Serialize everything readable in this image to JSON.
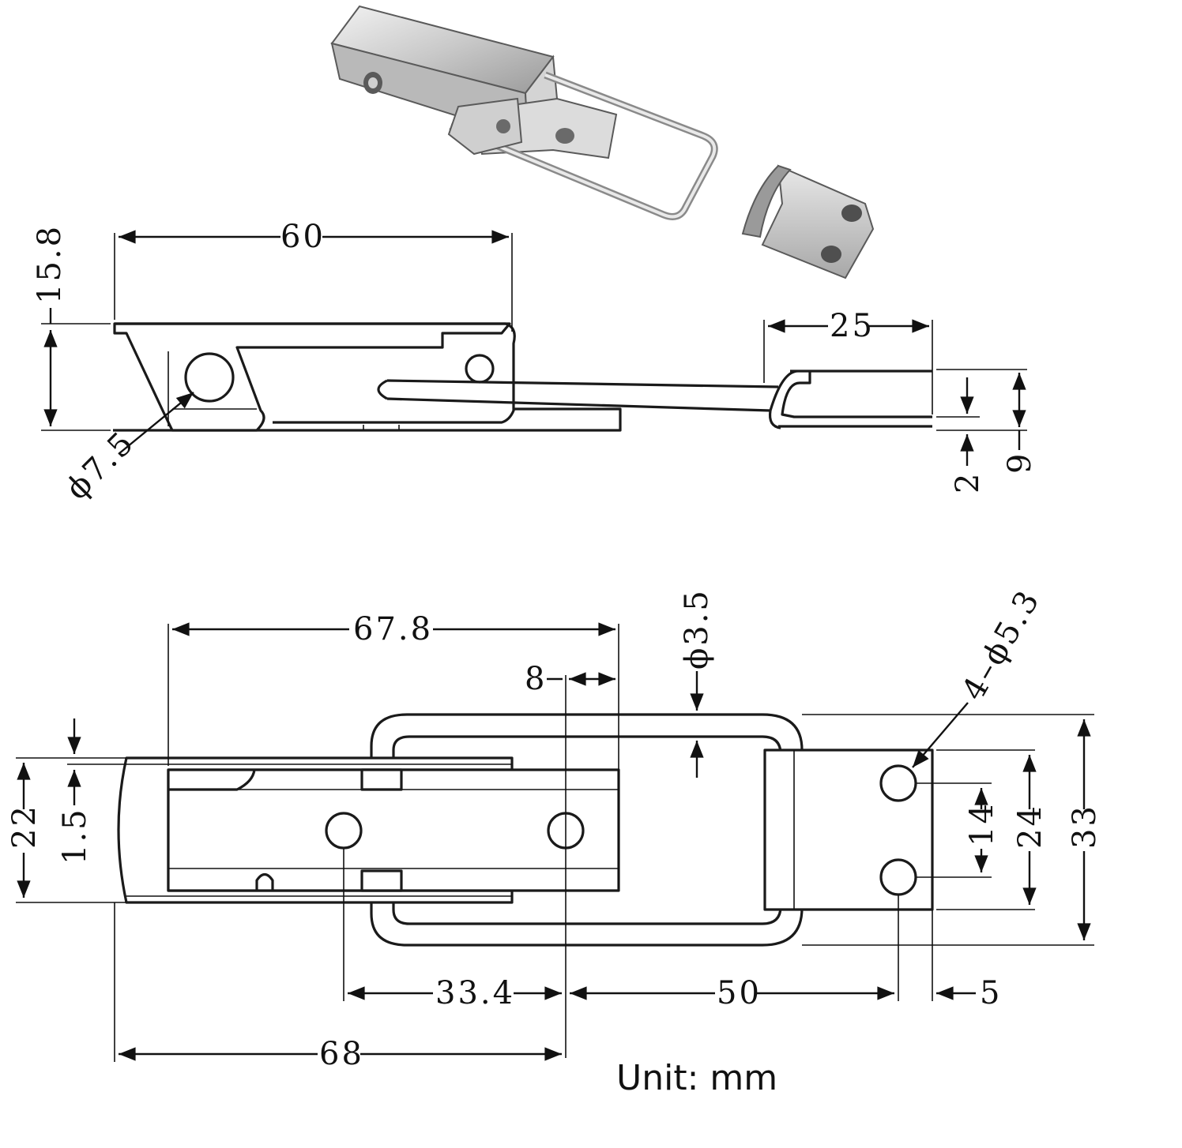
{
  "photo": {
    "latch_body": "latch body with wire loop",
    "keeper_plate": "strike keeper plate"
  },
  "dimensions": {
    "overall_length_side": "60",
    "height_side": "15.8",
    "pivot_hole_dia": "ϕ7.5",
    "keeper_length": "25",
    "keeper_thickness": "2",
    "keeper_height": "9",
    "body_length_top": "67.8",
    "wire_dia": "ϕ3.5",
    "offset_8": "8",
    "mount_holes": "4–ϕ5.3",
    "body_width": "22",
    "flange_thickness": "1.5",
    "hole_pitch_keeper_v": "14",
    "keeper_width": "24",
    "loop_width": "33",
    "hole_pitch_body": "33.4",
    "keeper_hole_offset": "50",
    "keeper_edge": "5",
    "overall_length_top": "68"
  },
  "unit_label": "Unit: mm",
  "colors": {
    "line": "#111111",
    "metal_light": "#e6e6e6",
    "metal_dark": "#8a8a8a"
  }
}
